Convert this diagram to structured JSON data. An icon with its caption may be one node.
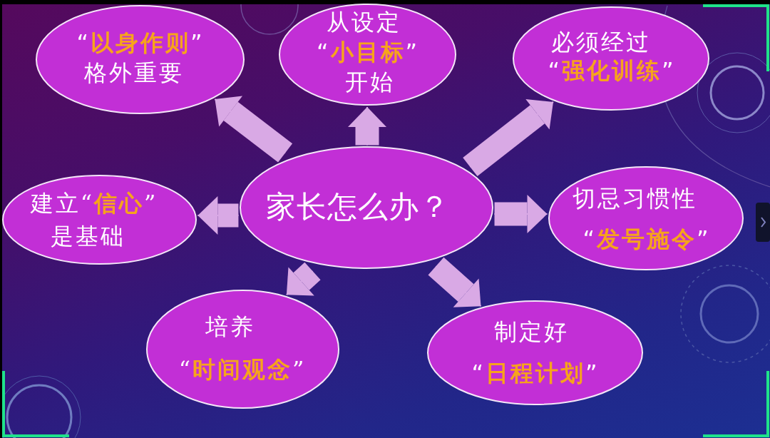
{
  "diagram": {
    "nodes": [
      {
        "text": [
          "“**以身作则**”",
          "格外重要"
        ]
      },
      {
        "text": [
          "从设定",
          "“**小目标**”",
          "开始"
        ]
      },
      {
        "text": [
          "必须经过",
          "“**强化训练**”"
        ]
      },
      {
        "text": [
          "建立“**信心**”",
          "是基础"
        ]
      },
      {
        "text": [
          "家长怎么办？"
        ]
      },
      {
        "text": [
          "切忌习惯性",
          "“**发号施令**”"
        ]
      },
      {
        "text": [
          "培养",
          "“**时间观念**”"
        ]
      },
      {
        "text": [
          "制定好",
          "“**日程计划**”"
        ]
      }
    ],
    "edges": [
      {
        "from": 4,
        "to": 0,
        "arrow": "to"
      },
      {
        "from": 4,
        "to": 1,
        "arrow": "to"
      },
      {
        "from": 4,
        "to": 2,
        "arrow": "to"
      },
      {
        "from": 4,
        "to": 3,
        "arrow": "to"
      },
      {
        "from": 4,
        "to": 5,
        "arrow": "to"
      },
      {
        "from": 4,
        "to": 6,
        "arrow": "to"
      },
      {
        "from": 4,
        "to": 7,
        "arrow": "to"
      }
    ]
  }
}
